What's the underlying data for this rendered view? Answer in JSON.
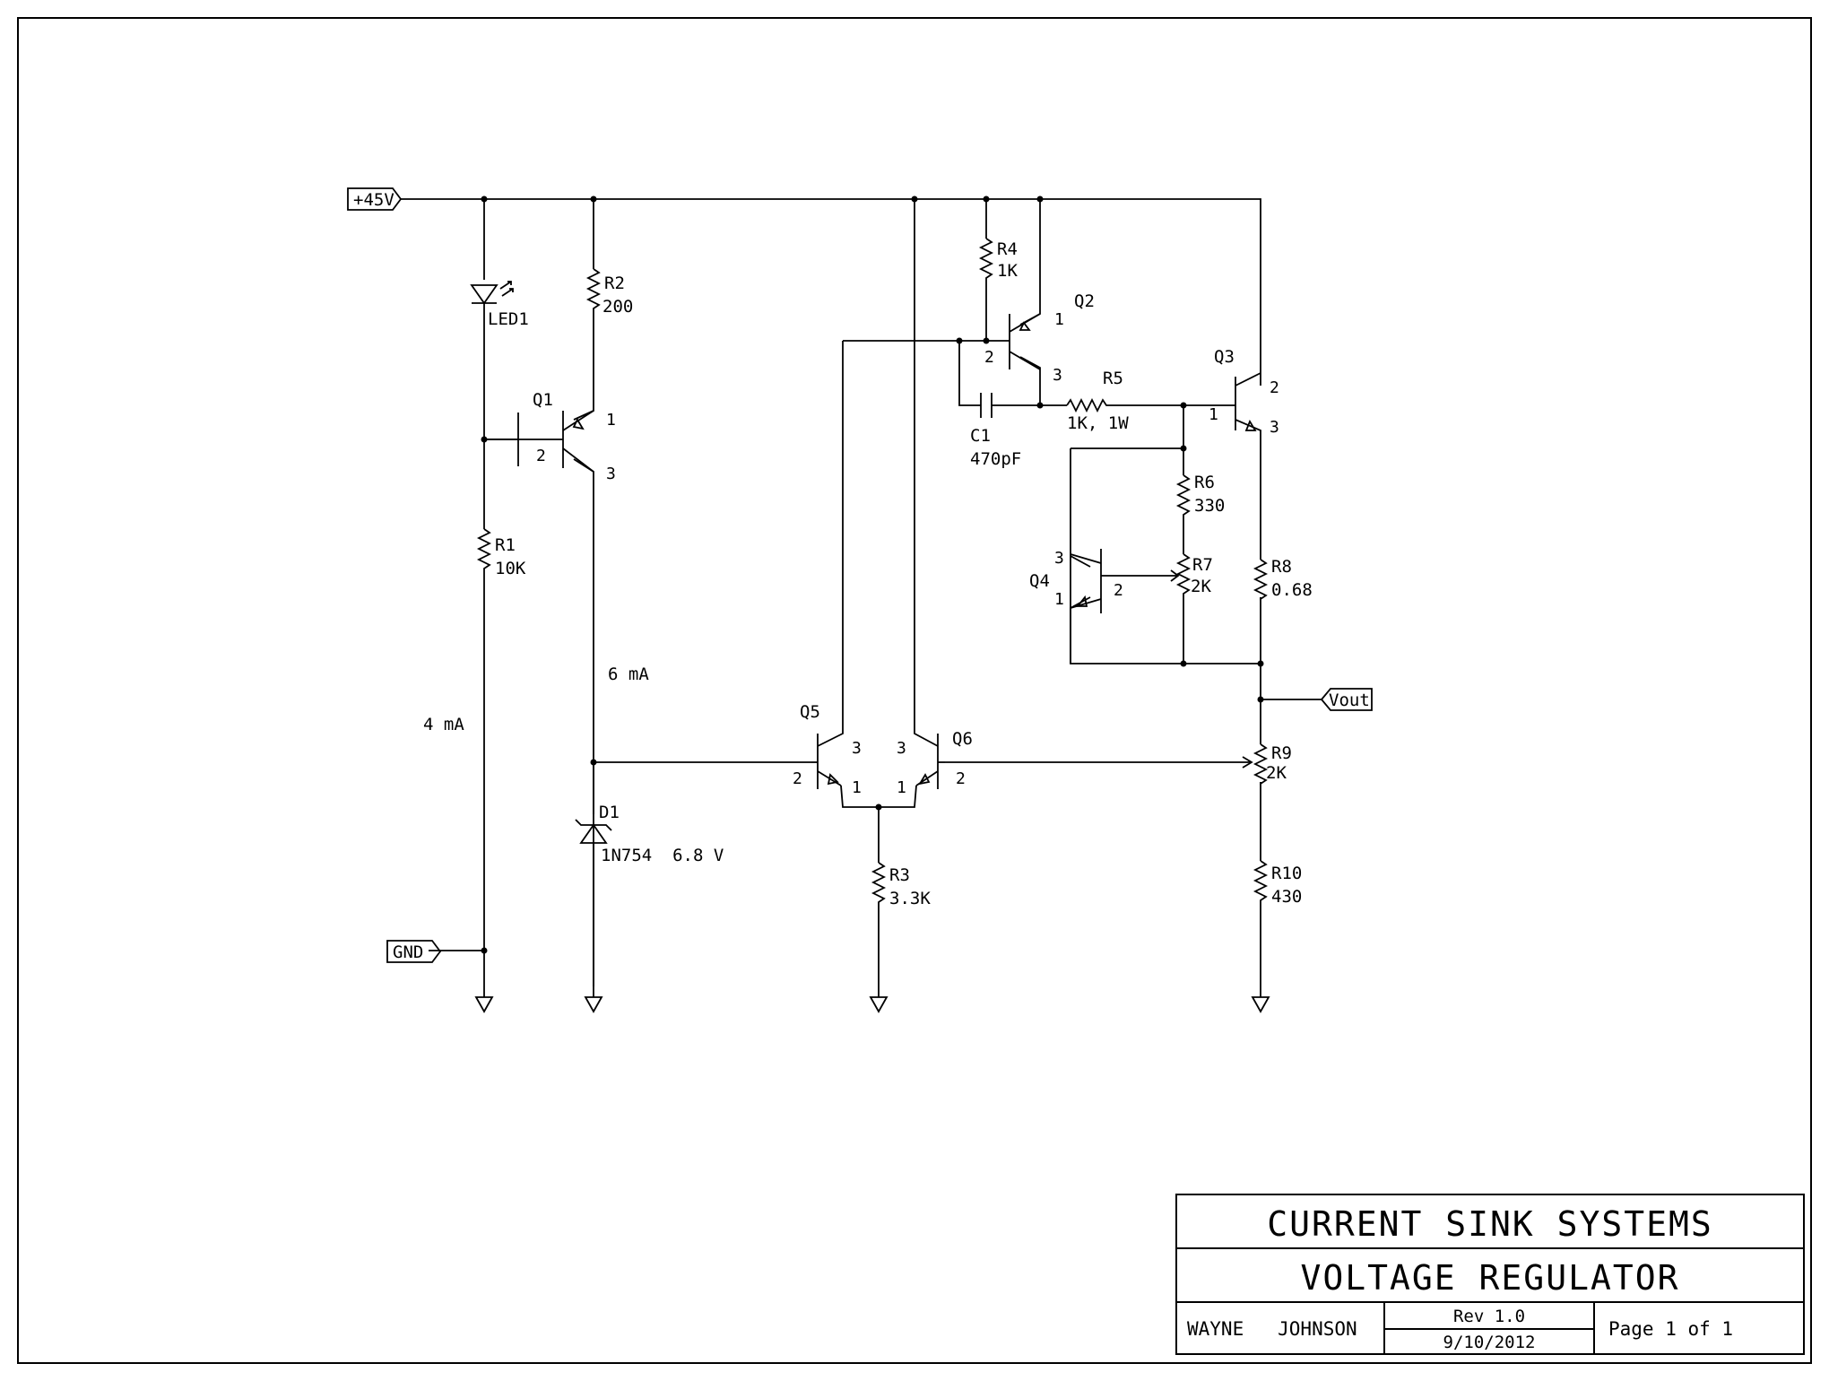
{
  "ports": {
    "vcc": "+45V",
    "gnd": "GND",
    "vout": "Vout"
  },
  "components": {
    "led1": {
      "ref": "LED1"
    },
    "r1": {
      "ref": "R1",
      "value": "10K"
    },
    "r2": {
      "ref": "R2",
      "value": "200"
    },
    "r3": {
      "ref": "R3",
      "value": "3.3K"
    },
    "r4": {
      "ref": "R4",
      "value": "1K"
    },
    "r5": {
      "ref": "R5",
      "value": "1K, 1W"
    },
    "r6": {
      "ref": "R6",
      "value": "330"
    },
    "r7": {
      "ref": "R7",
      "value": "2K"
    },
    "r8": {
      "ref": "R8",
      "value": "0.68"
    },
    "r9": {
      "ref": "R9",
      "value": "2K"
    },
    "r10": {
      "ref": "R10",
      "value": "430"
    },
    "c1": {
      "ref": "C1",
      "value": "470pF"
    },
    "d1": {
      "ref": "D1",
      "value": "1N754  6.8 V"
    },
    "q1": {
      "ref": "Q1"
    },
    "q2": {
      "ref": "Q2"
    },
    "q3": {
      "ref": "Q3"
    },
    "q4": {
      "ref": "Q4"
    },
    "q5": {
      "ref": "Q5"
    },
    "q6": {
      "ref": "Q6"
    }
  },
  "pins": {
    "p1": "1",
    "p2": "2",
    "p3": "3"
  },
  "annotations": {
    "current_led": "4 mA",
    "current_zener": "6 mA"
  },
  "title_block": {
    "company": "CURRENT SINK SYSTEMS",
    "title": "VOLTAGE REGULATOR",
    "author": "WAYNE   JOHNSON",
    "revision": "Rev 1.0",
    "date": "9/10/2012",
    "page": "Page 1 of 1"
  }
}
